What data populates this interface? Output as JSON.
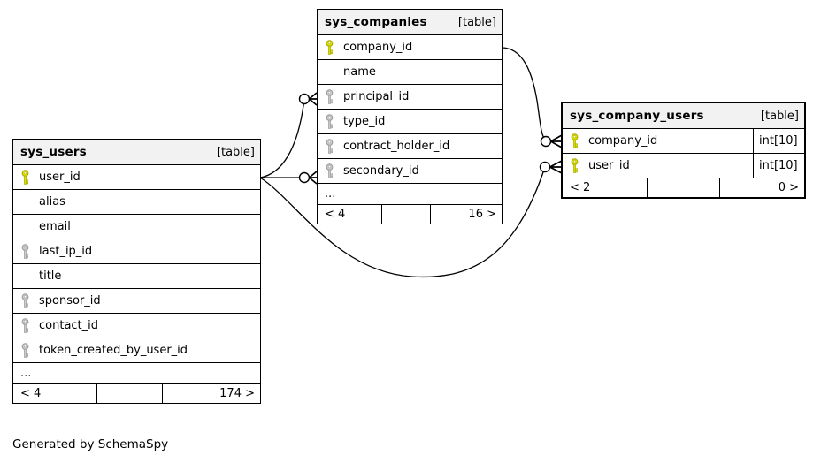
{
  "generator_note": "Generated by SchemaSpy",
  "colors": {
    "header_bg": "#f2f2f2",
    "border": "#000000",
    "pk_key_fill": "#d8dc00",
    "pk_key_stroke": "#a8a800",
    "fk_key_fill": "#c9c9c9",
    "fk_key_stroke": "#9a9a9a",
    "background": "#ffffff"
  },
  "tables": [
    {
      "name": "sys_users",
      "badge": "[table]",
      "columns": [
        {
          "name": "user_id",
          "key": "pk"
        },
        {
          "name": "alias",
          "key": null
        },
        {
          "name": "email",
          "key": null
        },
        {
          "name": "last_ip_id",
          "key": "fk"
        },
        {
          "name": "title",
          "key": null
        },
        {
          "name": "sponsor_id",
          "key": "fk"
        },
        {
          "name": "contact_id",
          "key": "fk"
        },
        {
          "name": "token_created_by_user_id",
          "key": "fk"
        },
        {
          "name": "...",
          "ellipsis": true
        }
      ],
      "footer": {
        "parents": "< 4",
        "middle": "",
        "children": "174 >"
      }
    },
    {
      "name": "sys_companies",
      "badge": "[table]",
      "columns": [
        {
          "name": "company_id",
          "key": "pk"
        },
        {
          "name": "name",
          "key": null
        },
        {
          "name": "principal_id",
          "key": "fk"
        },
        {
          "name": "type_id",
          "key": "fk"
        },
        {
          "name": "contract_holder_id",
          "key": "fk"
        },
        {
          "name": "secondary_id",
          "key": "fk"
        },
        {
          "name": "...",
          "ellipsis": true
        }
      ],
      "footer": {
        "parents": "< 4",
        "middle": "",
        "children": "16 >"
      }
    },
    {
      "name": "sys_company_users",
      "badge": "[table]",
      "columns": [
        {
          "name": "company_id",
          "key": "pk",
          "type": "int[10]"
        },
        {
          "name": "user_id",
          "key": "pk",
          "type": "int[10]"
        }
      ],
      "footer": {
        "parents": "< 2",
        "middle": "",
        "children": "0 >"
      }
    }
  ],
  "relationships": [
    {
      "from": "sys_users.user_id",
      "to": "sys_companies.principal_id"
    },
    {
      "from": "sys_users.user_id",
      "to": "sys_companies.secondary_id"
    },
    {
      "from": "sys_users.user_id",
      "to": "sys_company_users.user_id"
    },
    {
      "from": "sys_companies.company_id",
      "to": "sys_company_users.company_id"
    }
  ]
}
